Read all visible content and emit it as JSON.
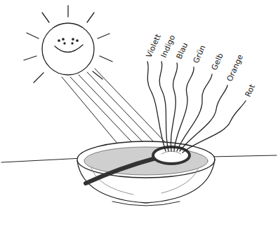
{
  "diagram": {
    "labels": [
      "Violett",
      "Indigo",
      "Blau",
      "Grün",
      "Gelb",
      "Orange",
      "Rot"
    ]
  }
}
